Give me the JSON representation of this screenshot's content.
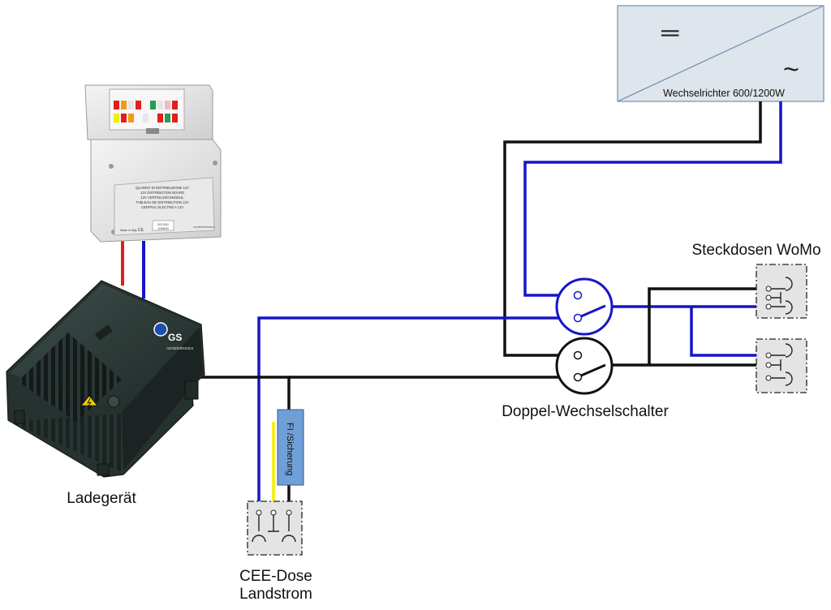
{
  "labels": {
    "inverter": "Wechselrichter 600/1200W",
    "inverter_dc_symbol": "═",
    "inverter_ac_symbol": "~",
    "sockets": "Steckdosen WoMo",
    "switch": "Doppel-Wechselschalter",
    "charger": "Ladegerät",
    "cee_line1": "CEE-Dose",
    "cee_line2": "Landstrom",
    "fi_fuse": "FI /Sicherung"
  },
  "distribution_board": {
    "text_lines": [
      "QUADRO DI DISTRIBUZIONE 12V",
      "12V DISTRIBUTION BOARD",
      "12V VERTEILUNGSMODUL",
      "TABLEAU DE DISTRIBUTION 12V",
      "CENTRAL ELECTRICA 12V"
    ],
    "model": "DS-300",
    "code": "100600",
    "made_in": "Made in Italy",
    "ce": "CE",
    "brand": "nordelettronica"
  },
  "charger_device": {
    "badge": "GS",
    "brand": "nordelettronica"
  },
  "colors": {
    "wire_blue": "#1515c8",
    "wire_black": "#111111",
    "wire_red": "#e0201a",
    "wire_yellow": "#f2ee00",
    "fuse_fill": "#6f9fd6",
    "socket_fill": "#e4e4e4",
    "inverter_fill": "#dfe5ec",
    "charger_body": "#2c3a37"
  }
}
